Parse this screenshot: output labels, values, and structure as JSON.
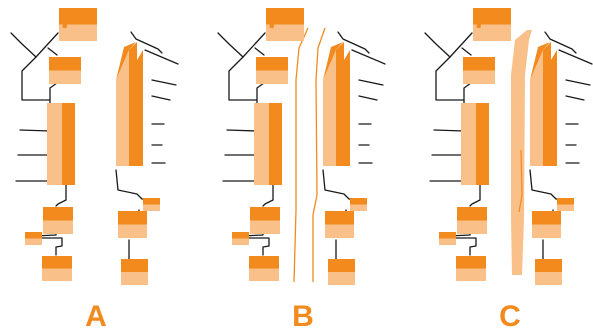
{
  "colors": {
    "dark_orange": "#F28A1E",
    "light_orange": "#F9C08A",
    "line": "#1a1a1a",
    "label": "#F28A1E"
  },
  "panels": [
    {
      "label": "A",
      "channel": "none"
    },
    {
      "label": "B",
      "channel": "outline"
    },
    {
      "label": "C",
      "channel": "filled"
    }
  ]
}
